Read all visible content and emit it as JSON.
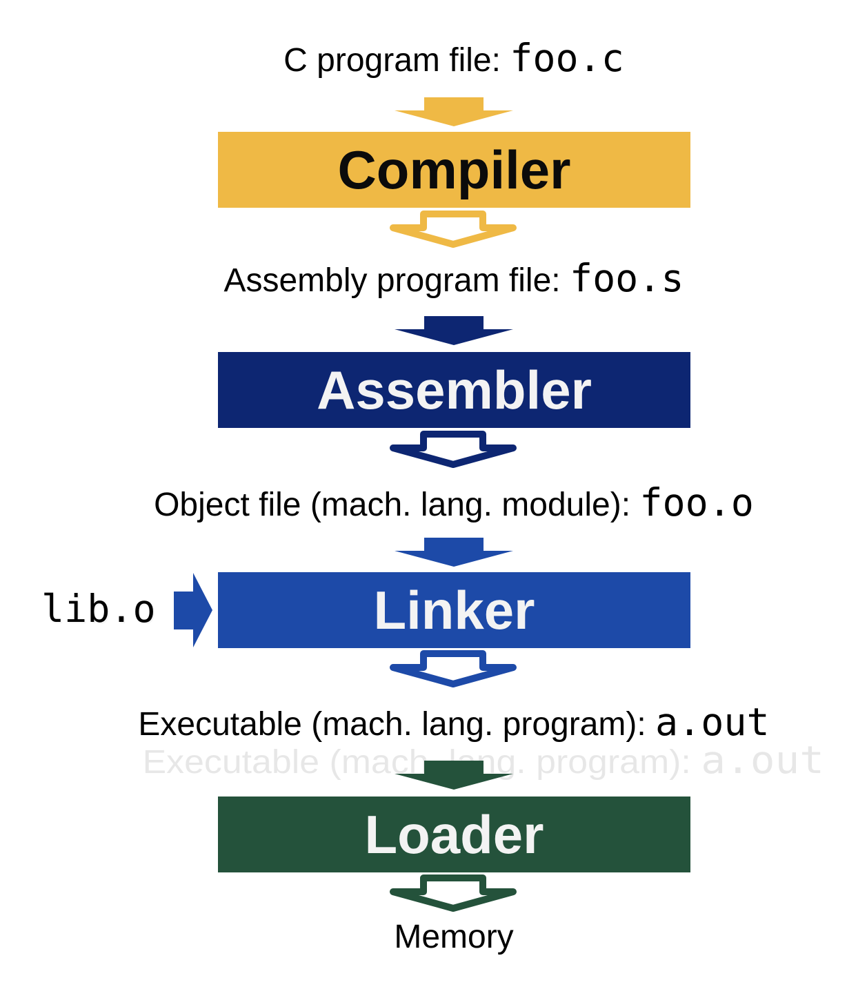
{
  "diagram": {
    "background_color": "#ffffff",
    "text_color": "#000000",
    "artifacts": {
      "c_file": {
        "prefix": "C program file: ",
        "code": "foo.c"
      },
      "asm_file": {
        "prefix": "Assembly program file: ",
        "code": "foo.s"
      },
      "obj_file": {
        "prefix": "Object file (mach. lang. module): ",
        "code": "foo.o"
      },
      "exe_file": {
        "prefix": "Executable (mach. lang. program): ",
        "code": "a.out"
      },
      "memory": {
        "prefix": "Memory",
        "code": ""
      },
      "lib_input": {
        "code": "lib.o"
      }
    },
    "stages": {
      "compiler": {
        "label": "Compiler",
        "color": "#EFB945",
        "text_color": "#0b0b0b"
      },
      "assembler": {
        "label": "Assembler",
        "color": "#0D2672",
        "text_color": "#f3f3f3"
      },
      "linker": {
        "label": "Linker",
        "color": "#1D4AA8",
        "text_color": "#f3f3f3"
      },
      "loader": {
        "label": "Loader",
        "color": "#24523B",
        "text_color": "#f3f3f3"
      }
    },
    "arrows": [
      {
        "name": "arrow-into-compiler",
        "style": "solid-down",
        "color": "#EFB945"
      },
      {
        "name": "arrow-out-of-compiler",
        "style": "outline-down",
        "color": "#EFB945"
      },
      {
        "name": "arrow-into-assembler",
        "style": "solid-down",
        "color": "#0D2672"
      },
      {
        "name": "arrow-out-of-assembler",
        "style": "outline-down",
        "color": "#0D2672"
      },
      {
        "name": "arrow-into-linker",
        "style": "solid-down",
        "color": "#1D4AA8"
      },
      {
        "name": "arrow-lib-into-linker",
        "style": "solid-right",
        "color": "#1D4AA8"
      },
      {
        "name": "arrow-out-of-linker",
        "style": "outline-down",
        "color": "#1D4AA8"
      },
      {
        "name": "arrow-into-loader",
        "style": "solid-down",
        "color": "#24523B"
      },
      {
        "name": "arrow-out-of-loader",
        "style": "outline-down",
        "color": "#24523B"
      }
    ]
  }
}
